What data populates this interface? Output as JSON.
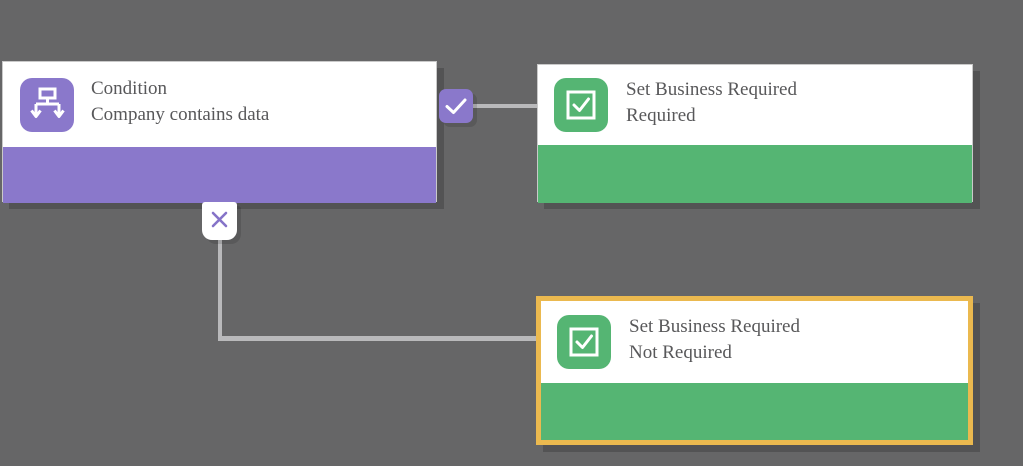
{
  "canvas": {
    "background_color": "#666667",
    "connector_color": "#B9B9BB",
    "text_color": "#58585A"
  },
  "nodes": {
    "condition": {
      "title": "Condition",
      "subtitle": "Company contains data",
      "icon": "branch-icon",
      "accent_color": "#8A78CB",
      "selected": false
    },
    "set_required": {
      "title": "Set Business Required",
      "subtitle": "Required",
      "icon": "checkbox-icon",
      "accent_color": "#55B573",
      "selected": false
    },
    "set_not_required": {
      "title": "Set Business Required",
      "subtitle": "Not Required",
      "icon": "checkbox-icon",
      "accent_color": "#55B573",
      "selected": true,
      "selection_color": "#EBB94F"
    }
  },
  "connectors": {
    "yes_branch": {
      "badge": "check-icon",
      "badge_color": "#8A78CB",
      "from": "condition",
      "to": "set_required"
    },
    "no_branch": {
      "badge": "x-icon",
      "badge_color": "#FFFFFF",
      "glyph_color": "#8573C8",
      "from": "condition",
      "to": "set_not_required"
    }
  }
}
